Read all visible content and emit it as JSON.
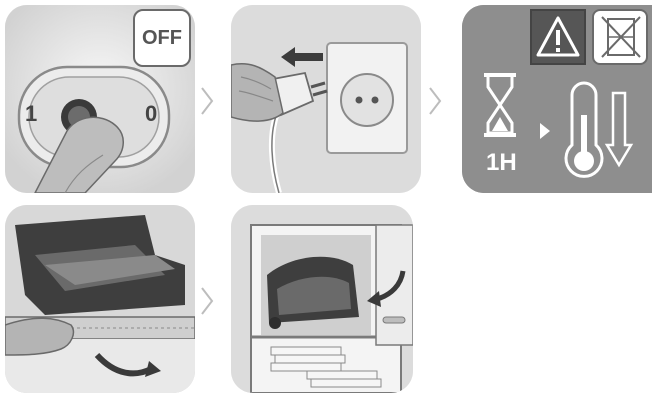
{
  "steps": [
    {
      "switch_state": "OFF",
      "switch_on_label": "1",
      "switch_off_label": "0"
    },
    {
      "action": "unplug"
    },
    {
      "cooling_time": "1H"
    },
    {
      "action": "empty-tray"
    },
    {
      "action": "store"
    }
  ],
  "colors": {
    "panel_light": "#e4e4e4",
    "panel_dark": "#8f8f8f",
    "warning_box": "#5b5b5b",
    "skin": "#b4b4b4",
    "outline": "#5a5a5a"
  }
}
